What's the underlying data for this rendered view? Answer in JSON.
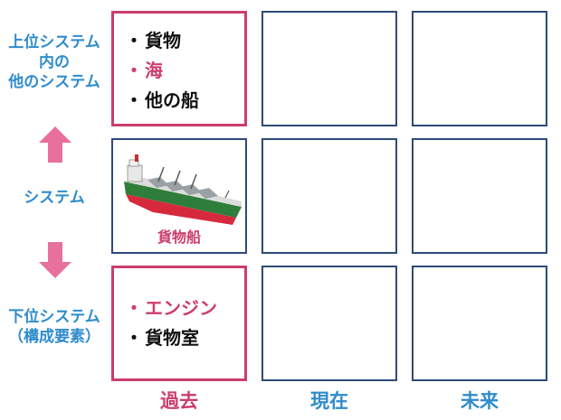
{
  "rows": {
    "super": {
      "lines": [
        "上位システム",
        "内の",
        "他のシステム"
      ]
    },
    "system": {
      "label": "システム"
    },
    "sub": {
      "lines": [
        "下位システム",
        "（構成要素）"
      ]
    }
  },
  "columns": {
    "past": "過去",
    "present": "現在",
    "future": "未来"
  },
  "past_cells": {
    "super_items": [
      {
        "bullet": "・",
        "text": "貨物",
        "accent": false
      },
      {
        "bullet": "・",
        "text": "海",
        "accent": true
      },
      {
        "bullet": "・",
        "text": "他の船",
        "accent": false
      }
    ],
    "system_caption": "貨物船",
    "sub_items": [
      {
        "bullet": "・",
        "text": "エンジン",
        "accent": true
      },
      {
        "bullet": "・",
        "text": "貨物室",
        "accent": false
      }
    ]
  },
  "colors": {
    "accent": "#cc3d6e",
    "label_blue": "#2f8ccc",
    "border_navy": "#2e4a78",
    "arrow": "#e8709c"
  }
}
